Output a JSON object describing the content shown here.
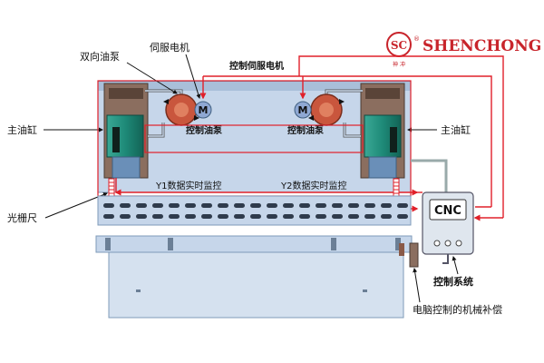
{
  "brand": {
    "name": "SHENCHONG",
    "registered_mark": "®",
    "logo_letters": "SC",
    "logo_caption": "神 冲"
  },
  "labels": {
    "dual_pump": "双向油泵",
    "servo_motor": "伺服电机",
    "control_servo_motor": "控制伺服电机",
    "main_cylinder_left": "主油缸",
    "main_cylinder_right": "主油缸",
    "control_pump_left": "控制油泵",
    "control_pump_right": "控制油泵",
    "motor_left": "M",
    "motor_right": "M",
    "y1_monitor": "Y1数据实时监控",
    "y2_monitor": "Y2数据实时监控",
    "grating_ruler": "光栅尺",
    "cnc": "CNC",
    "control_system": "控制系统",
    "mechanical_compensation": "电脑控制的机械补偿"
  },
  "colors": {
    "signal_red": "#e0202a",
    "brand_red": "#c8242b",
    "frame_blue": "#aac3df",
    "oil_brown": "#8b6e5f",
    "cylinder_green": "#1e8a78",
    "pump_red": "#c9563d",
    "motor_blue": "#8fa8d3"
  }
}
